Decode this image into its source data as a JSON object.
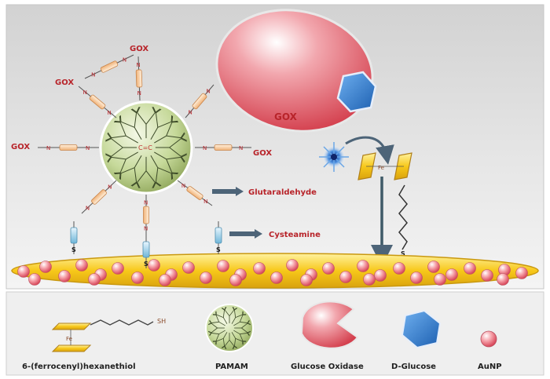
{
  "labels": {
    "gox_ring": "GOX",
    "gox_enzyme": "GOX",
    "linker": "N",
    "thiol": "S",
    "center_pair": "C=C",
    "fe": "Fe",
    "sh": "SH",
    "glutaraldehyde": "Glutaraldehyde",
    "cysteamine": "Cysteamine"
  },
  "legend": {
    "ferrocenyl": "6-(ferrocenyl)hexanethiol",
    "pamam": "PAMAM",
    "gox": "Glucose Oxidase",
    "glucose": "D-Glucose",
    "aunp": "AuNP"
  },
  "colors": {
    "gox_label": "#b8242a",
    "panel_top": "#dcdcdc",
    "panel_bottom": "#f2f2f2",
    "electrode": "#f5c518",
    "aunp": "#f07a86",
    "pamam": "#b9d08a",
    "glucose": "#2f77c8",
    "arrow": "#4d6478"
  }
}
